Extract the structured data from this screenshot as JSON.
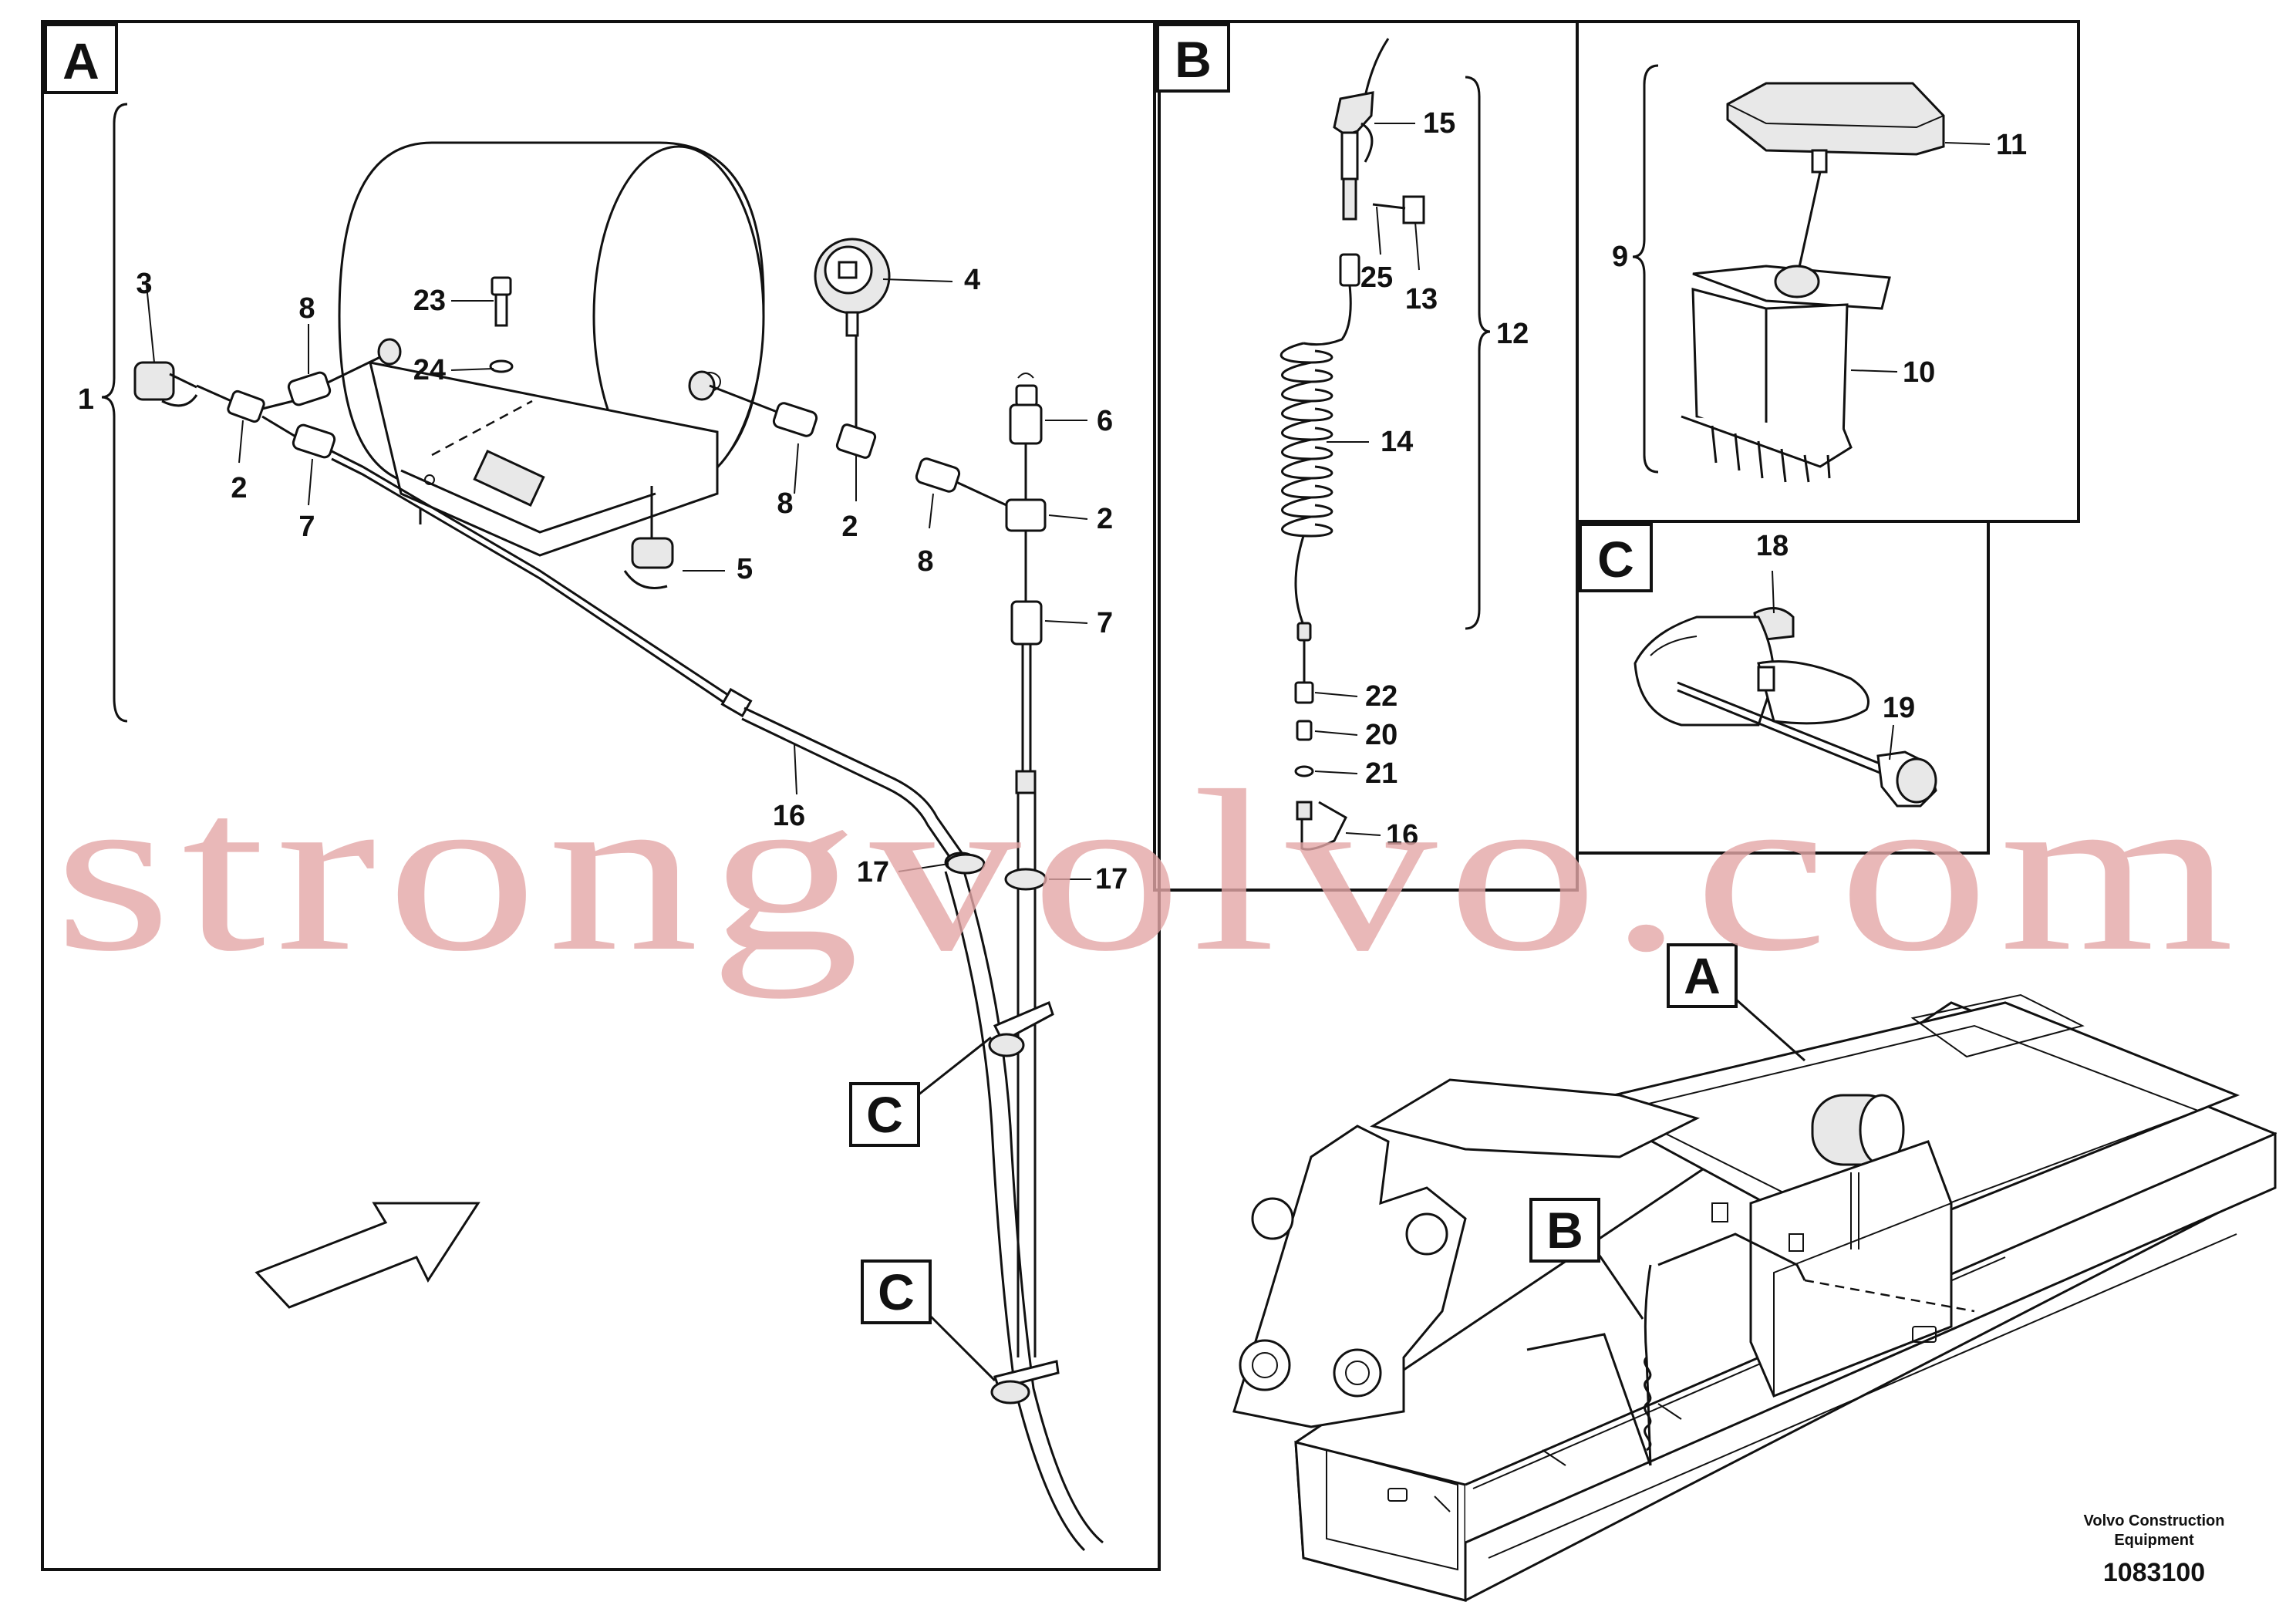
{
  "panels": {
    "a": {
      "letter": "A"
    },
    "b": {
      "letter": "B"
    },
    "c": {
      "letter": "C"
    }
  },
  "callouts": {
    "n1": "1",
    "n2": "2",
    "n3": "3",
    "n4": "4",
    "n5": "5",
    "n6": "6",
    "n7": "7",
    "n8": "8",
    "n9": "9",
    "n10": "10",
    "n11": "11",
    "n12": "12",
    "n13": "13",
    "n14": "14",
    "n15": "15",
    "n16": "16",
    "n17": "17",
    "n18": "18",
    "n19": "19",
    "n20": "20",
    "n21": "21",
    "n22": "22",
    "n23": "23",
    "n24": "24",
    "n25": "25"
  },
  "view_refs": {
    "a": "A",
    "b": "B",
    "c": "C"
  },
  "watermark": "strongvolvo.com",
  "footer": {
    "brand_line1": "Volvo Construction",
    "brand_line2": "Equipment",
    "drawing_number": "1083100"
  }
}
